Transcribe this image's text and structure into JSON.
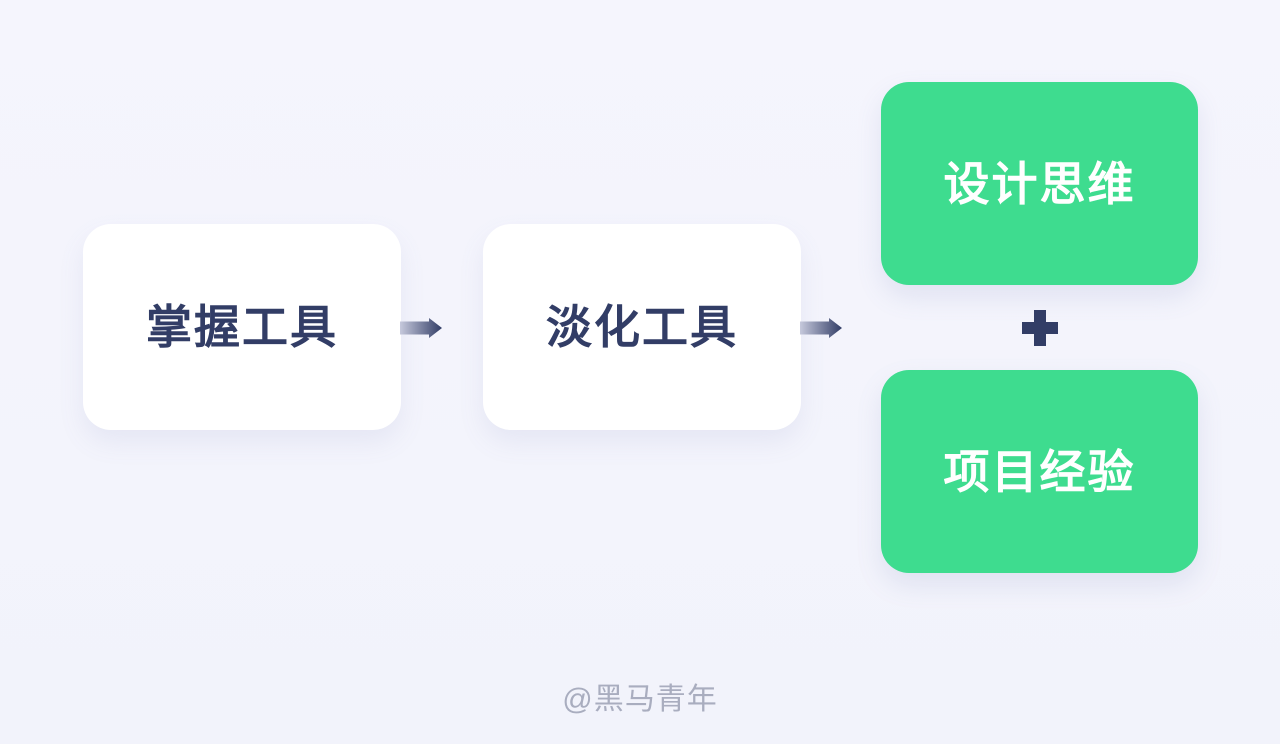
{
  "nodes": {
    "step1": {
      "label": "掌握工具",
      "style": "white-card"
    },
    "step2": {
      "label": "淡化工具",
      "style": "white-card"
    },
    "outcome1": {
      "label": "设计思维",
      "style": "green-card"
    },
    "outcome2": {
      "label": "项目经验",
      "style": "green-card"
    }
  },
  "icons": {
    "arrow": "arrow-right-icon",
    "plus": "plus-icon"
  },
  "colors": {
    "background": "#f4f4fc",
    "card_white": "#ffffff",
    "card_green": "#3edc8f",
    "ink_navy": "#323d66",
    "text_on_green": "#ffffff",
    "arrow_gradient_start": "#c6c9dc",
    "arrow_gradient_end": "#323d66",
    "watermark_gray": "#a9adbf"
  },
  "watermark": {
    "text": "@黑马青年"
  }
}
